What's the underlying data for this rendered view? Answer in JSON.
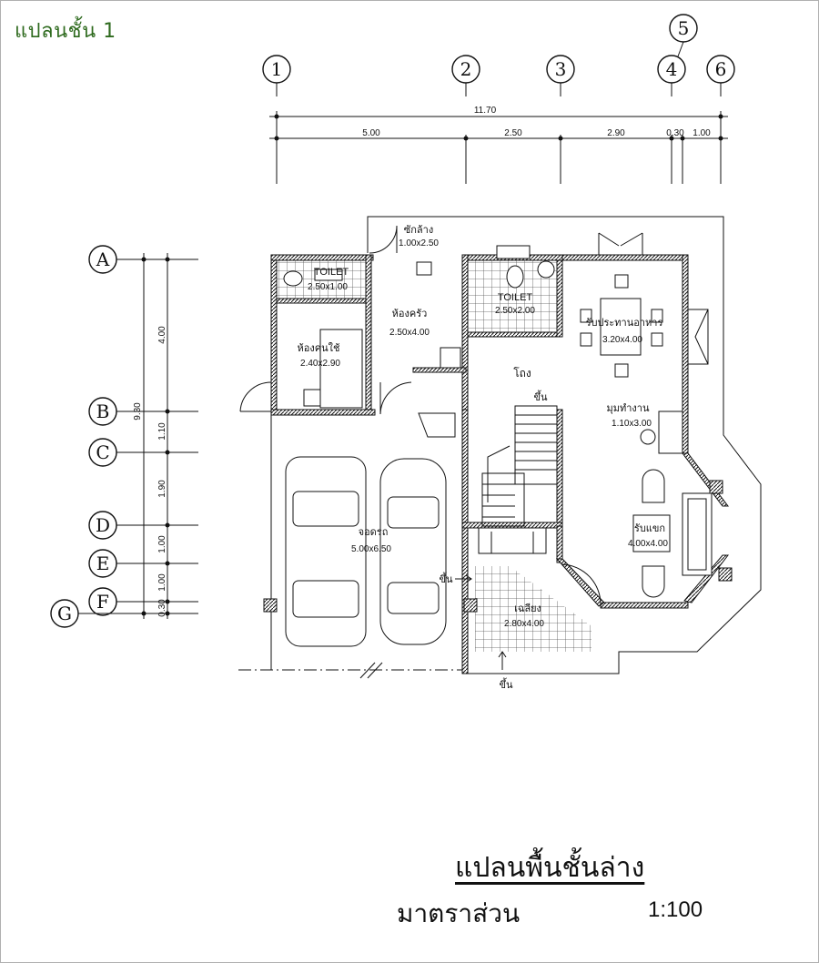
{
  "heading": "แปลนชั้น 1",
  "grid": {
    "columns": [
      "1",
      "2",
      "3",
      "4",
      "5",
      "6"
    ],
    "rows": [
      "A",
      "B",
      "C",
      "D",
      "E",
      "F",
      "G"
    ]
  },
  "dimensions": {
    "top_total": "11.70",
    "top_segments": [
      "5.00",
      "2.50",
      "2.90",
      "0.30",
      "1.00"
    ],
    "left_total": "9.30",
    "left_segments": [
      "4.00",
      "1.10",
      "1.90",
      "1.00",
      "1.00",
      "0.30"
    ]
  },
  "rooms": {
    "toilet1": {
      "name": "TOILET",
      "size": "2.50x1.00"
    },
    "laundry": {
      "name": "ซักล้าง",
      "size": "1.00x2.50"
    },
    "kitchen": {
      "name": "ห้องครัว",
      "size": "2.50x4.00"
    },
    "toilet2": {
      "name": "TOILET",
      "size": "2.50x2.00"
    },
    "dining": {
      "name": "รับประทานอาหาร",
      "size": "3.20x4.00"
    },
    "maid": {
      "name": "ห้องคนใช้",
      "size": "2.40x2.90"
    },
    "hall": {
      "name": "โถง"
    },
    "work": {
      "name": "มุมทำงาน",
      "size": "1.10x3.00"
    },
    "living": {
      "name": "รับแขก",
      "size": "4.00x4.00"
    },
    "garage": {
      "name": "จอดรถ",
      "size": "5.00x6.50"
    },
    "terrace": {
      "name": "เฉลียง",
      "size": "2.80x4.00"
    }
  },
  "annotations": {
    "stair_up": "ขึ้น",
    "garage_up": "ขึ้น",
    "entry_up": "ขึ้น"
  },
  "footer": {
    "title": "แปลนพื้นชั้นล่าง",
    "scale_label": "มาตราส่วน",
    "scale_value": "1:100"
  }
}
